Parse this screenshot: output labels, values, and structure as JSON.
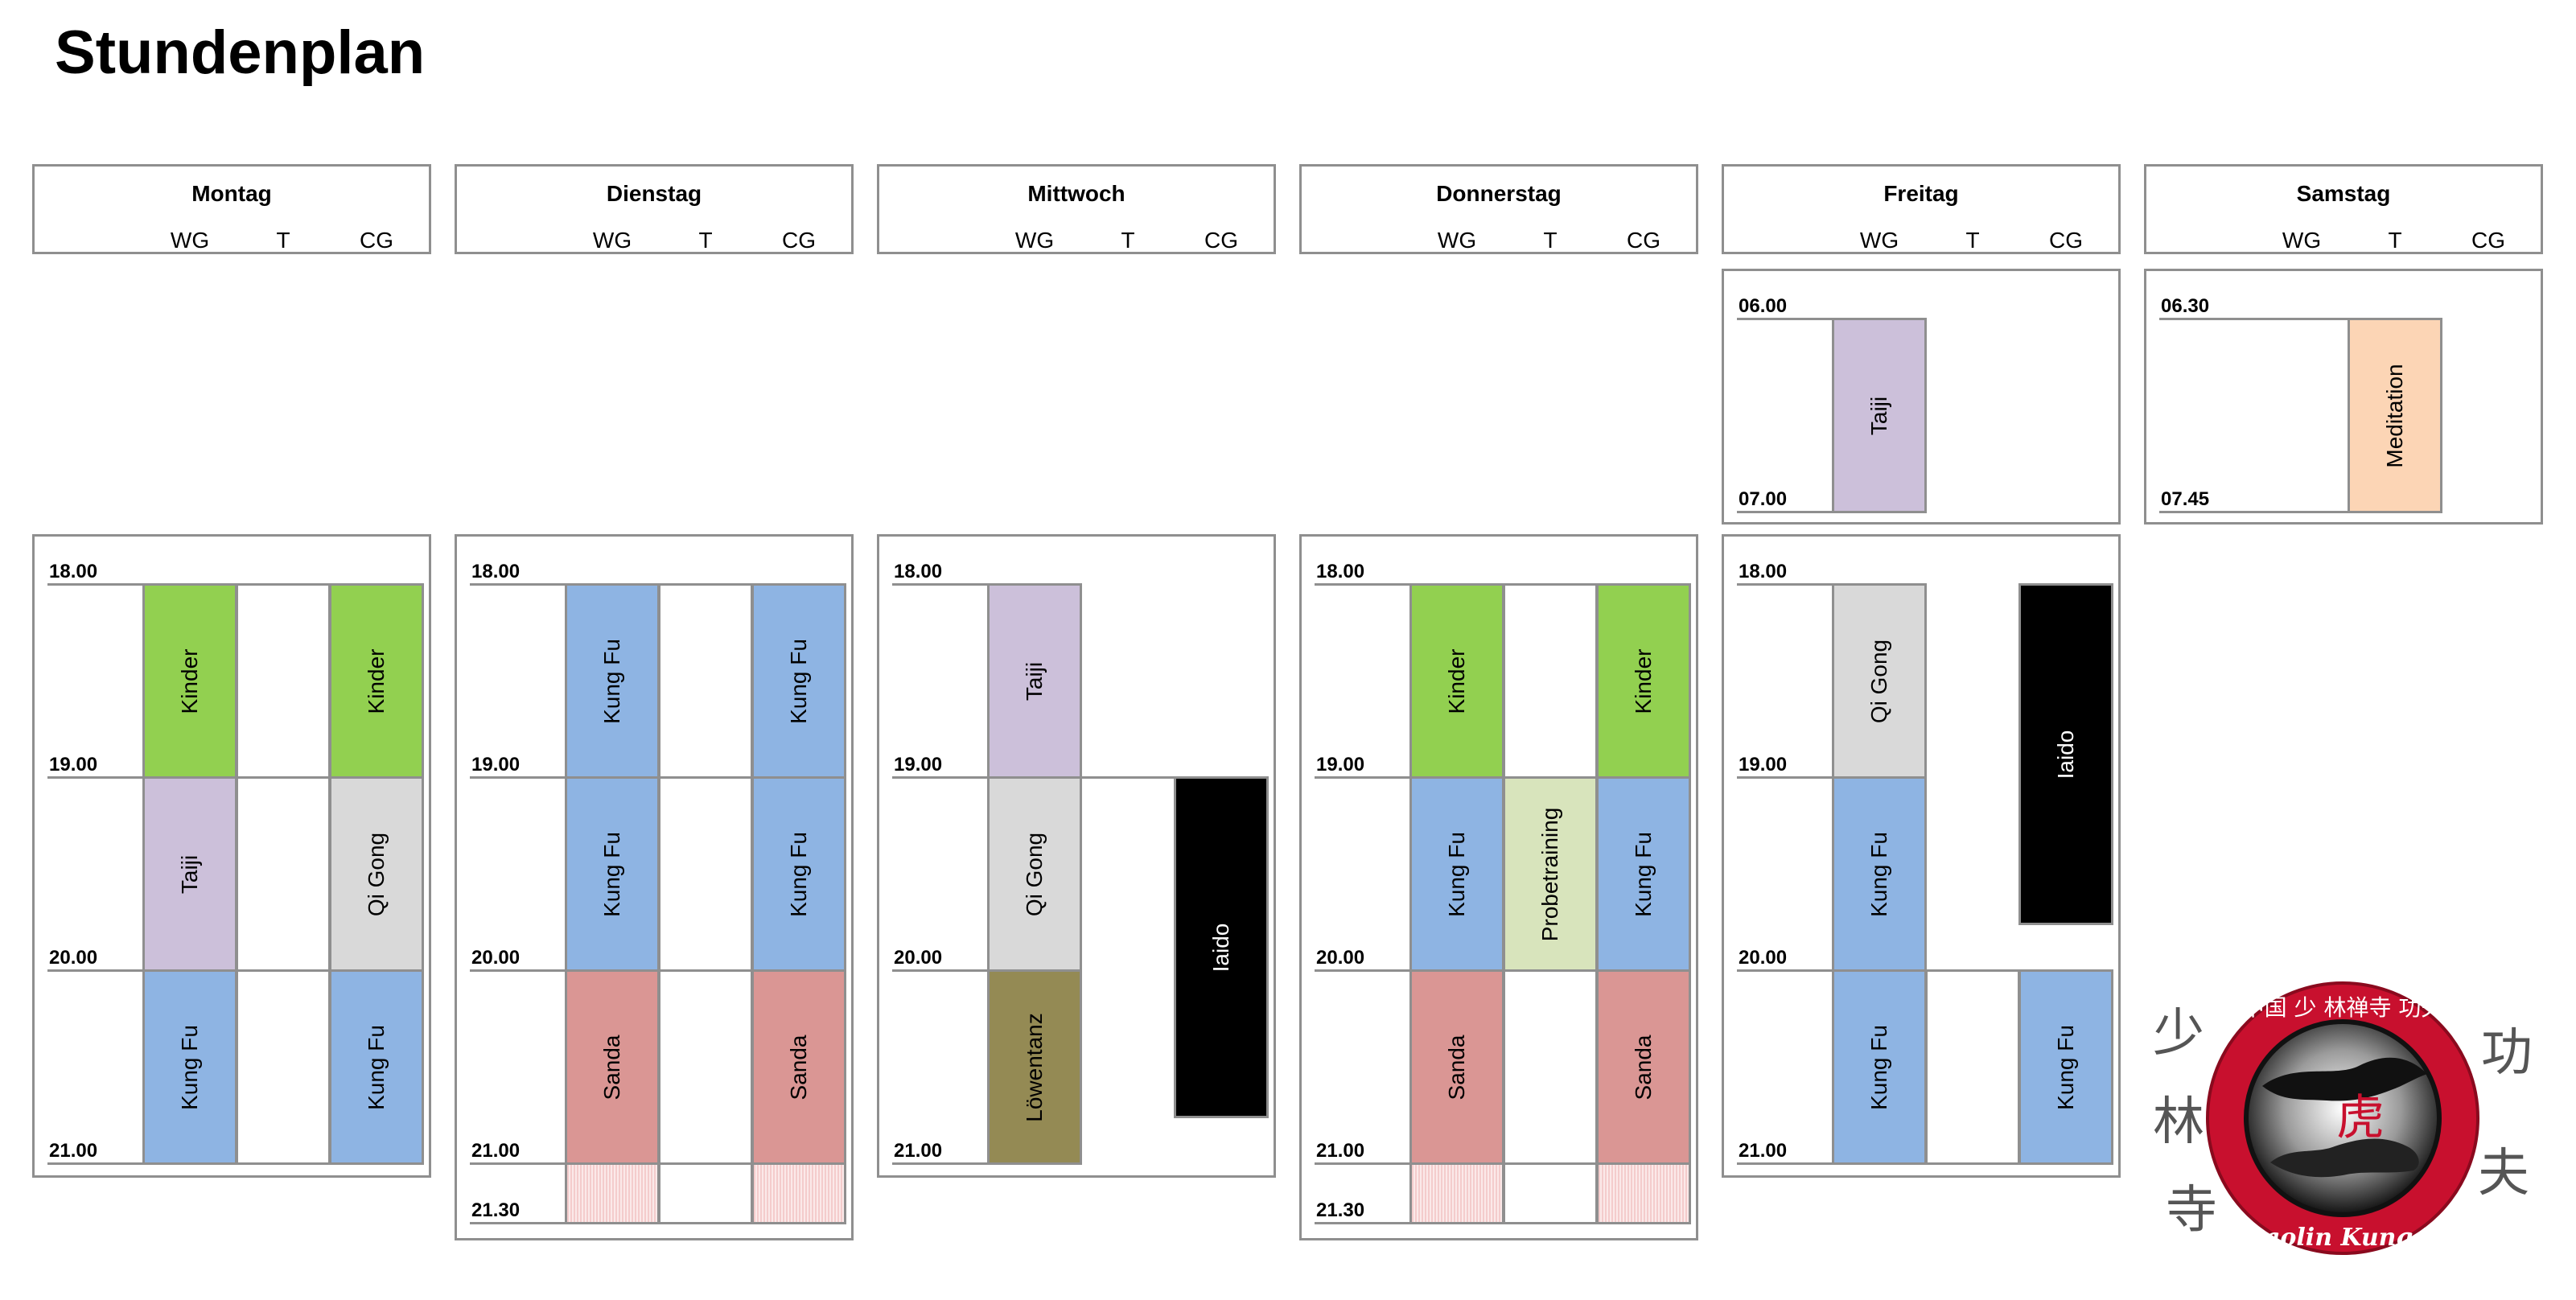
{
  "page": {
    "title": "Stundenplan"
  },
  "columns": [
    "WG",
    "T",
    "CG"
  ],
  "days": [
    "Montag",
    "Dienstag",
    "Mittwoch",
    "Donnerstag",
    "Freitag",
    "Samstag"
  ],
  "colors": {
    "kinder": "#92d050",
    "taiji": "#ccc0da",
    "qi_gong": "#d9d9d9",
    "kung_fu": "#8eb4e3",
    "sanda": "#da9694",
    "probetraining": "#d8e4bc",
    "meditation": "#fcd5b5",
    "loewentanz": "#948a54",
    "iaido": "#000000",
    "border": "#8f8f8f"
  },
  "times": {
    "t0600": "06.00",
    "t0700": "07.00",
    "t0630": "06.30",
    "t0745": "07.45",
    "t1800": "18.00",
    "t1900": "19.00",
    "t2000": "20.00",
    "t2100": "21.00",
    "t2130": "21.30"
  },
  "classes": {
    "kinder": "Kinder",
    "taiji": "Taiji",
    "qi_gong": "Qi Gong",
    "kung_fu": "Kung Fu",
    "sanda": "Sanda",
    "probetraining": "Probetraining",
    "meditation": "Meditation",
    "loewentanz": "Löwentanz",
    "iaido": "Iaido"
  },
  "logo": {
    "ring_text_top": "中国 少 林禅寺 功夫",
    "ring_text_bottom": "Shaolin Kung Fu",
    "char_left_1": "少",
    "char_left_2": "林",
    "char_left_3": "寺",
    "char_right_1": "功",
    "char_right_2": "夫",
    "char_center": "虎"
  }
}
